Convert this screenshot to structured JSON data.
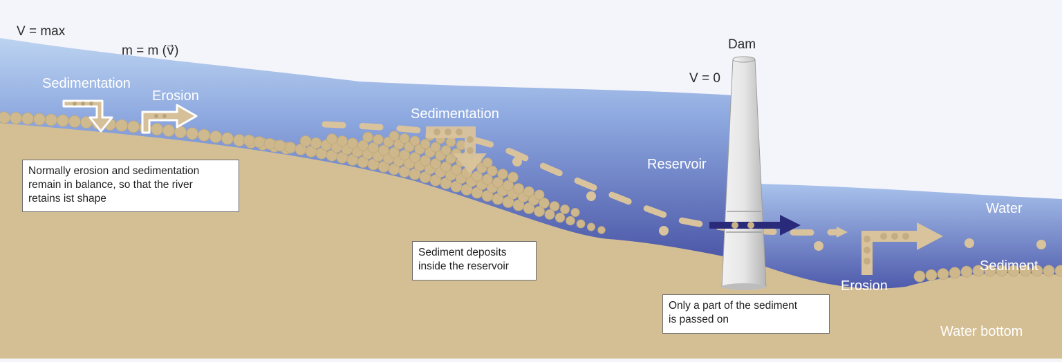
{
  "labels": {
    "v_max": "V = max",
    "m_formula": "m = m (v⃗)",
    "dam": "Dam",
    "v_zero": "V = 0",
    "sedimentation_left": "Sedimentation",
    "erosion_left": "Erosion",
    "sedimentation_mid": "Sedimentation",
    "reservoir": "Reservoir",
    "water": "Water",
    "sediment": "Sediment",
    "erosion_right": "Erosion",
    "water_bottom": "Water bottom"
  },
  "notes": {
    "balance": [
      "Normally erosion and sedimentation",
      "remain in balance, so that the river",
      "retains ist shape"
    ],
    "deposits": [
      "Sediment deposits",
      "inside the reservoir"
    ],
    "passed": [
      "Only a part of the sediment",
      "is passed on"
    ]
  },
  "colors": {
    "background": "#f4f4fb",
    "water_top": "#b4cdee",
    "water_bottom": "#4a55a6",
    "ground": "#d4bf94",
    "sediment_ball": "#c9b286",
    "arrow_tan": "#d9c39c",
    "flow_arrow": "#2a2a7a",
    "dam": "#e4e4e4"
  }
}
